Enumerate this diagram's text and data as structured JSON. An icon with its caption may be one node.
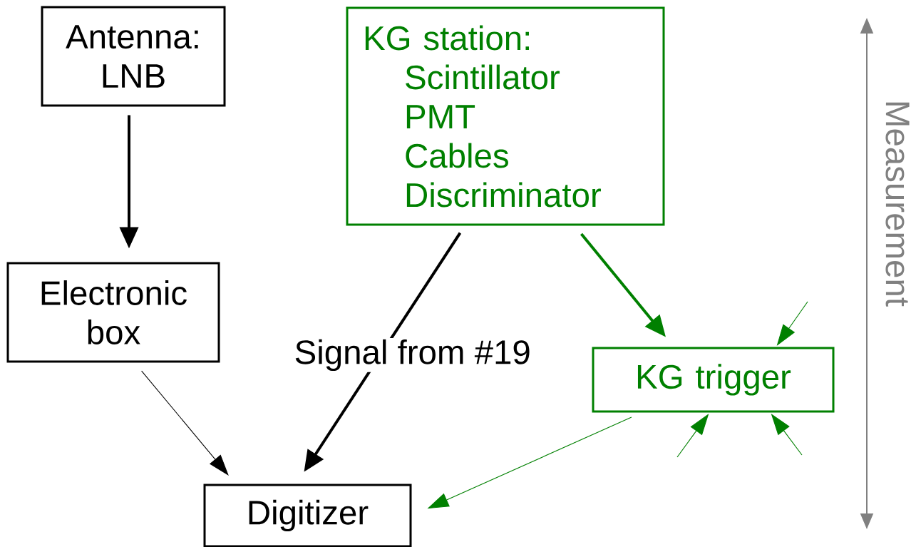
{
  "diagram": {
    "nodes": [
      {
        "text": [
          "Antenna: LNB"
        ]
      },
      {
        "text": [
          "KG station:",
          "Scintillator",
          "PMT",
          "Cables",
          "Discriminator"
        ]
      },
      {
        "text": [
          "Electronic box"
        ]
      },
      {
        "text": [
          "KG trigger"
        ]
      },
      {
        "text": [
          "Digitizer"
        ]
      }
    ],
    "edges": [
      {
        "from": 0,
        "to": 2,
        "arrow": "to",
        "style": "thick",
        "color": "#000000"
      },
      {
        "from": 1,
        "to": 4,
        "arrow": "to",
        "style": "thick",
        "color": "#000000",
        "label": "Signal from #19"
      },
      {
        "from": 1,
        "to": 3,
        "arrow": "to",
        "style": "thick"
      },
      {
        "from": 2,
        "to": 4,
        "arrow": "to",
        "color": "#000000"
      },
      {
        "from": 3,
        "to": 4,
        "arrow": "to"
      },
      {
        "from": null,
        "to": 3,
        "arrow": "to"
      },
      {
        "from": null,
        "to": 3,
        "arrow": "to"
      },
      {
        "from": null,
        "to": 3,
        "arrow": "to"
      }
    ],
    "labels": [
      "Measurement"
    ]
  }
}
